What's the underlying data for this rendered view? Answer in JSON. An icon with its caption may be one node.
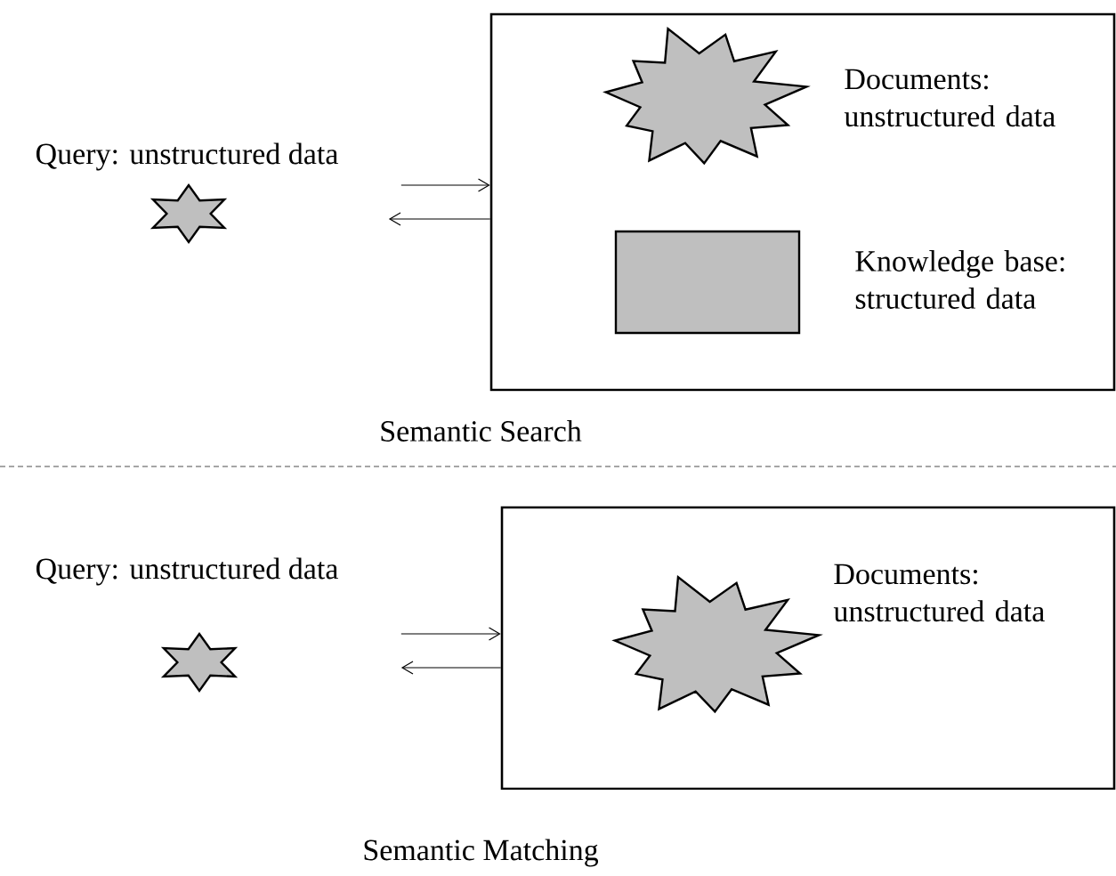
{
  "diagram": {
    "nodes": [
      {
        "text": [
          "Query: unstructured data"
        ]
      },
      {
        "text": [],
        "shape": "box"
      },
      {
        "text": [
          "Documents: unstructured data"
        ],
        "in": 1
      },
      {
        "text": [
          "Knowledge base: structured data"
        ],
        "in": 1
      },
      {
        "text": [
          "Query: unstructured data"
        ]
      },
      {
        "text": [],
        "shape": "box"
      },
      {
        "text": [
          "Documents: unstructured data"
        ],
        "in": 5
      }
    ],
    "edges": [
      {
        "from": 0,
        "to": 1,
        "arrow": "to"
      },
      {
        "from": 1,
        "to": 0,
        "arrow": "to"
      },
      {
        "from": 4,
        "to": 5,
        "arrow": "to"
      },
      {
        "from": 5,
        "to": 4,
        "arrow": "to"
      }
    ],
    "labels": [
      "Semantic Search",
      "Semantic Matching"
    ]
  }
}
